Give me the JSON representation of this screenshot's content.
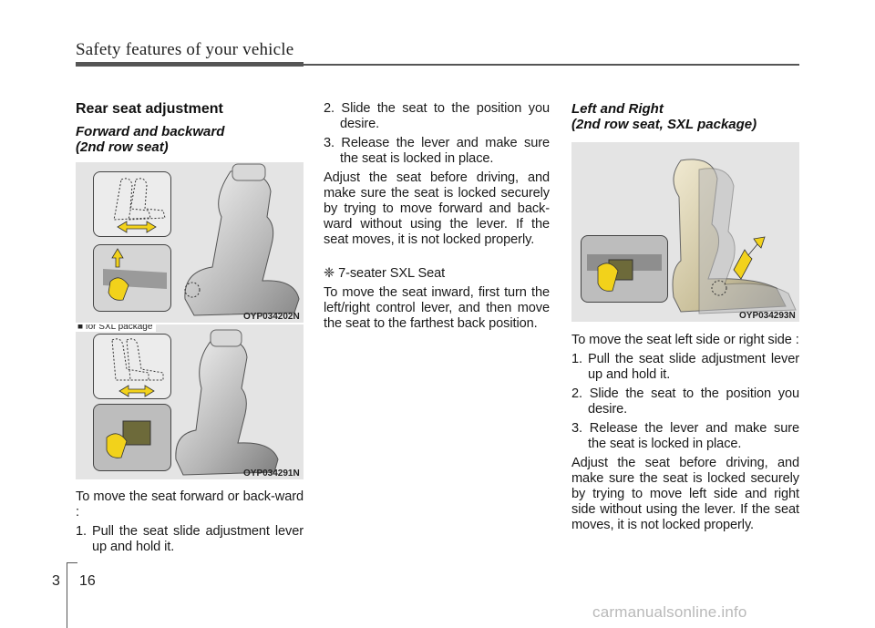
{
  "header": {
    "title": "Safety features of your vehicle"
  },
  "left": {
    "heading": "Rear seat adjustment",
    "subheading_line1": "Forward and backward",
    "subheading_line2": "(2nd row seat)",
    "fig1_code": "OYP034202N",
    "fig2_note": "for SXL package",
    "fig2_code": "OYP034291N",
    "para1": "To move the seat forward or back-ward :",
    "item1": "1. Pull the seat slide adjustment lever up and hold it."
  },
  "middle": {
    "item2": "2. Slide the seat to the position you desire.",
    "item3": "3. Release the lever and make sure the seat is locked in place.",
    "para": "Adjust the seat before driving, and make sure the seat is locked securely by trying to move forward and back-ward without using the lever. If the seat moves, it is not locked properly.",
    "note_title": "❈ 7-seater SXL Seat",
    "note_text": "To move the seat inward, first turn the left/right control lever, and then move the seat to the farthest back position."
  },
  "right": {
    "subheading_line1": "Left and Right",
    "subheading_line2": "(2nd row seat, SXL package)",
    "fig_code": "OYP034293N",
    "para1": "To move the seat left side or right side :",
    "item1": "1. Pull the seat slide adjustment lever up and hold it.",
    "item2": "2. Slide the seat to the position you desire.",
    "item3": "3. Release the lever and make sure the seat is locked in place.",
    "para2": "Adjust the seat before driving, and make sure the seat is locked securely by trying to move  left side and right side without using the lever. If the seat moves, it is not locked properly."
  },
  "footer": {
    "chapter": "3",
    "page": "16",
    "watermark": "carmanualsonline.info"
  },
  "colors": {
    "accent_arrow": "#f2d21b",
    "rule": "#555555",
    "figure_bg": "#e4e4e4"
  },
  "icons": {
    "note_marker": "square-bullet-icon",
    "arrow": "double-arrow-icon",
    "hand": "hand-icon"
  }
}
